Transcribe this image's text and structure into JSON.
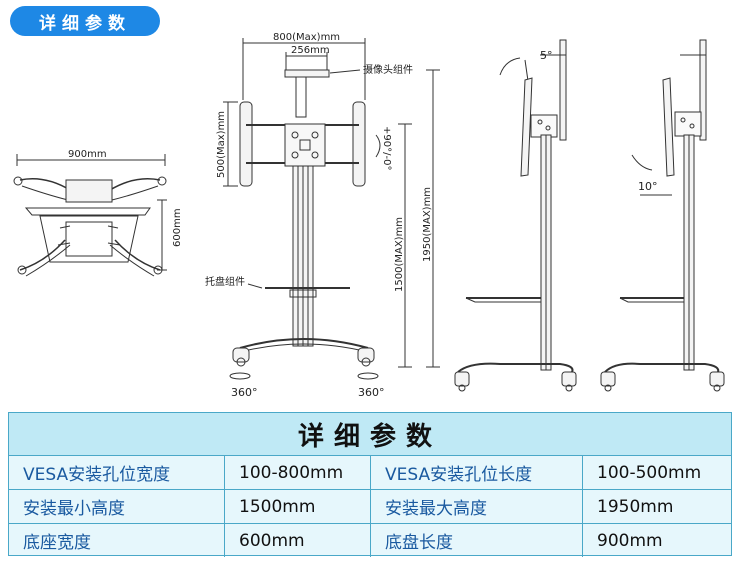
{
  "header": {
    "badge": "详细参数"
  },
  "drawing": {
    "top_view": {
      "width_label": "900mm",
      "depth_label": "600mm"
    },
    "front_view": {
      "max_width_label": "800(Max)mm",
      "camera_width_label": "256mm",
      "camera_label": "摄像头组件",
      "vesa_height_label": "500(Max)mm",
      "tilt_label": "+90°/-0°",
      "min_height_label": "1500(MAX)mm",
      "max_height_label": "1950(MAX)mm",
      "tray_label": "托盘组件",
      "rotate_left": "360°",
      "rotate_right": "360°"
    },
    "side_view_1": {
      "angle_label": "5°"
    },
    "side_view_2": {
      "angle_label": "10°"
    }
  },
  "spec": {
    "title": "详细参数",
    "rows": [
      {
        "k1": "VESA安装孔位宽度",
        "v1": "100-800mm",
        "k2": "VESA安装孔位长度",
        "v2": "100-500mm"
      },
      {
        "k1": "安装最小高度",
        "v1": "1500mm",
        "k2": "安装最大高度",
        "v2": "1950mm"
      },
      {
        "k1": "底座宽度",
        "v1": "600mm",
        "k2": "底盘长度",
        "v2": "900mm"
      }
    ]
  }
}
